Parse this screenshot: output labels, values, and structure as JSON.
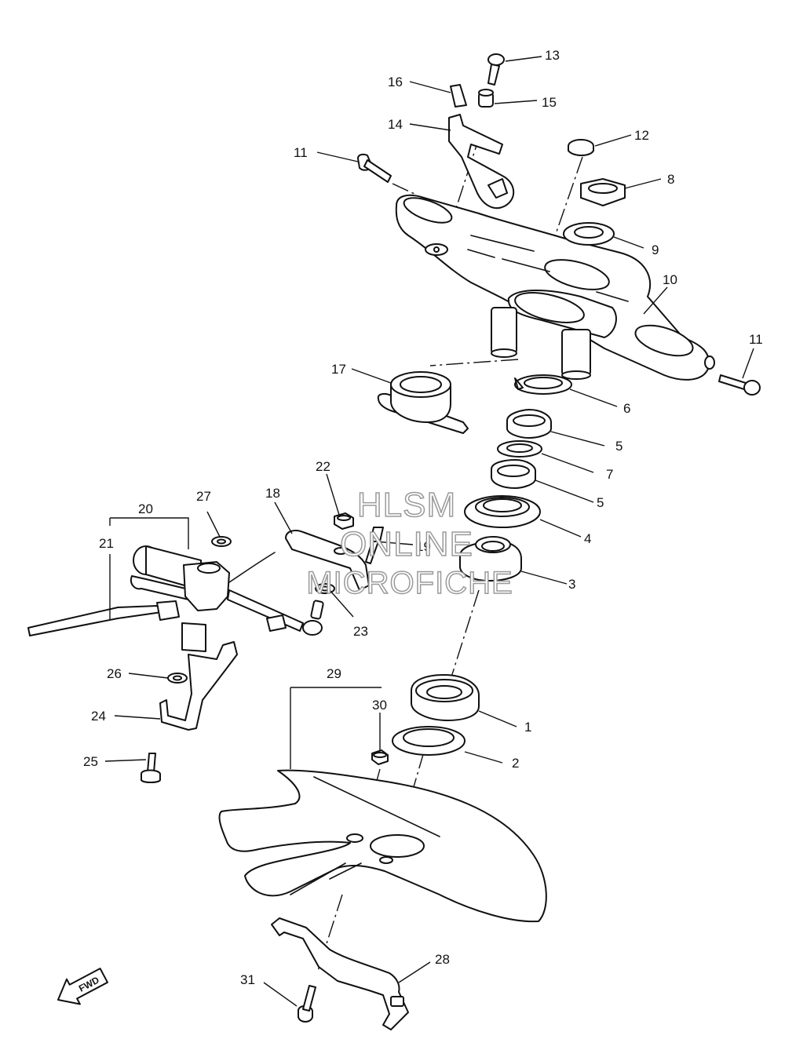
{
  "diagram": {
    "callouts": [
      "1",
      "2",
      "3",
      "4",
      "5",
      "5",
      "6",
      "7",
      "8",
      "9",
      "10",
      "11",
      "11",
      "12",
      "13",
      "14",
      "15",
      "16",
      "17",
      "18",
      "19",
      "20",
      "21",
      "22",
      "23",
      "24",
      "25",
      "26",
      "27",
      "28",
      "29",
      "30",
      "31"
    ],
    "watermark": [
      "HLSM",
      "ONLINE",
      "MICROFICHE"
    ],
    "fwd_label": "FWD"
  }
}
